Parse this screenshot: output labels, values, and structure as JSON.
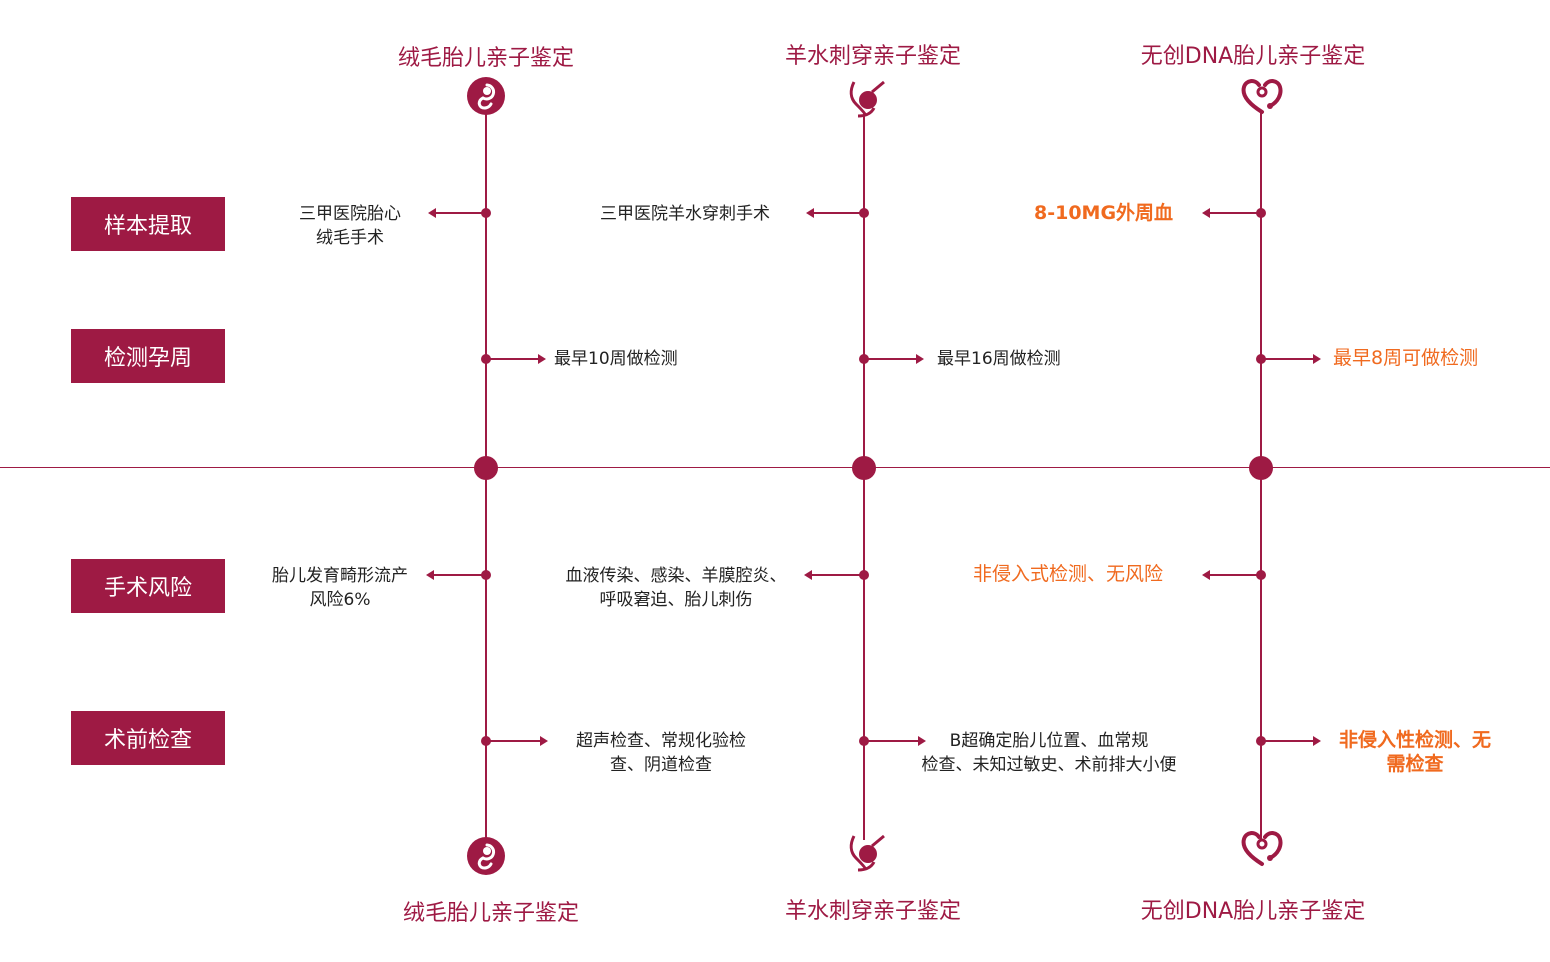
{
  "columns": [
    {
      "title_top": "绒毛胎儿亲子鉴定",
      "title_bottom": "绒毛胎儿亲子鉴定",
      "icon": "fetus-icon"
    },
    {
      "title_top": "羊水刺穿亲子鉴定",
      "title_bottom": "羊水刺穿亲子鉴定",
      "icon": "pregnant-needle-icon"
    },
    {
      "title_top": "无创DNA胎儿亲子鉴定",
      "title_bottom": "无创DNA胎儿亲子鉴定",
      "icon": "heart-stethoscope-icon"
    }
  ],
  "rows": [
    {
      "label": "样本提取"
    },
    {
      "label": "检测孕周"
    },
    {
      "label": "手术风险"
    },
    {
      "label": "术前检查"
    }
  ],
  "cells": {
    "r0": [
      "三甲医院胎心",
      "绒毛手术",
      "三甲医院羊水穿刺手术",
      "8-10MG外周血"
    ],
    "r1": [
      "最早10周做检测",
      "最早16周做检测",
      "最早8周可做检测"
    ],
    "r2": [
      "胎儿发育畸形流产",
      "风险6%",
      "血液传染、感染、羊膜腔炎、",
      "呼吸窘迫、胎儿刺伤",
      "非侵入式检测、无风险"
    ],
    "r3": [
      "超声检查、常规化验检",
      "查、阴道检查",
      "B超确定胎儿位置、血常规",
      "检查、未知过敏史、术前排大小便",
      "非侵入性检测、无",
      "需检查"
    ]
  },
  "colors": {
    "primary": "#9e1a44",
    "highlight": "#f06a1f"
  }
}
